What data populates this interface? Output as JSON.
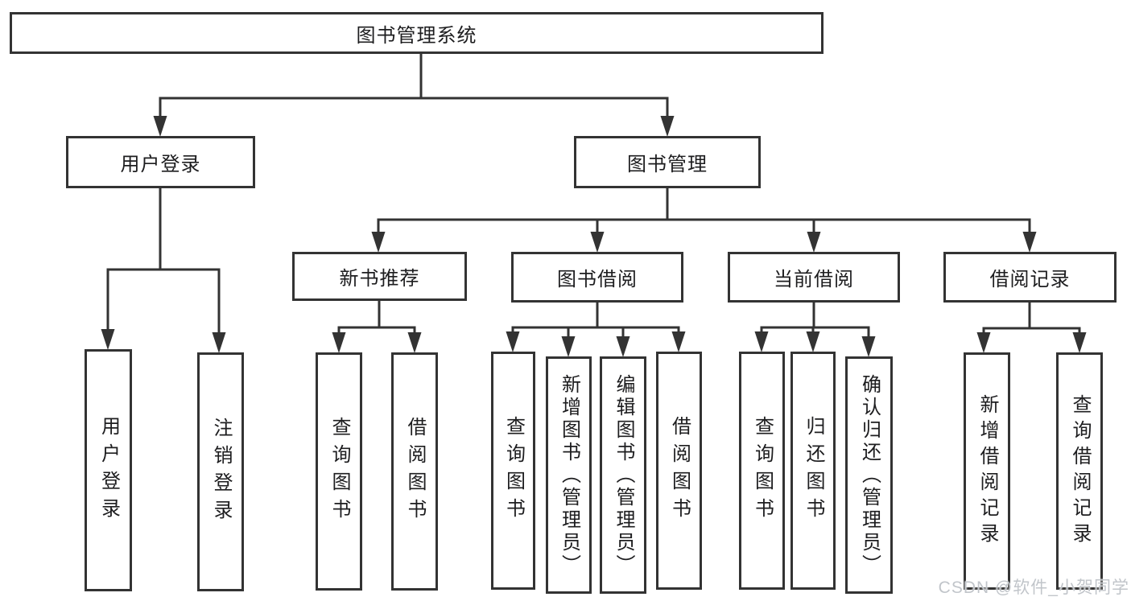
{
  "nodes": {
    "root": {
      "label": "图书管理系统"
    },
    "user_login": {
      "label": "用户登录"
    },
    "book_management": {
      "label": "图书管理"
    },
    "new_book_recommend": {
      "label": "新书推荐"
    },
    "book_borrow": {
      "label": "图书借阅"
    },
    "current_borrow": {
      "label": "当前借阅"
    },
    "borrow_records": {
      "label": "借阅记录"
    },
    "leaf_user_login": {
      "label": "用户登录"
    },
    "leaf_logout": {
      "label": "注销登录"
    },
    "leaf_recommend_query": {
      "label": "查询图书"
    },
    "leaf_recommend_borrow": {
      "label": "借阅图书"
    },
    "leaf_borrow_query": {
      "label": "查询图书"
    },
    "leaf_borrow_add_admin": {
      "label": "新增图书（管理员）"
    },
    "leaf_borrow_edit_admin": {
      "label": "编辑图书（管理员）"
    },
    "leaf_borrow_borrow": {
      "label": "借阅图书"
    },
    "leaf_current_query": {
      "label": "查询图书"
    },
    "leaf_current_return": {
      "label": "归还图书"
    },
    "leaf_current_confirm_admin": {
      "label": "确认归还（管理员）"
    },
    "leaf_records_add": {
      "label": "新增借阅记录"
    },
    "leaf_records_query": {
      "label": "查询借阅记录"
    }
  },
  "hierarchy": {
    "图书管理系统": [
      "用户登录",
      "图书管理"
    ],
    "用户登录": [
      "用户登录",
      "注销登录"
    ],
    "图书管理": [
      "新书推荐",
      "图书借阅",
      "当前借阅",
      "借阅记录"
    ],
    "新书推荐": [
      "查询图书",
      "借阅图书"
    ],
    "图书借阅": [
      "查询图书",
      "新增图书（管理员）",
      "编辑图书（管理员）",
      "借阅图书"
    ],
    "当前借阅": [
      "查询图书",
      "归还图书",
      "确认归还（管理员）"
    ],
    "借阅记录": [
      "新增借阅记录",
      "查询借阅记录"
    ]
  },
  "watermark": {
    "text": "CSDN @软件_小贺同学"
  },
  "colors": {
    "line": "#333333",
    "text": "#1d1d1f",
    "watermark": "#c1c5ca",
    "background": "#ffffff"
  }
}
